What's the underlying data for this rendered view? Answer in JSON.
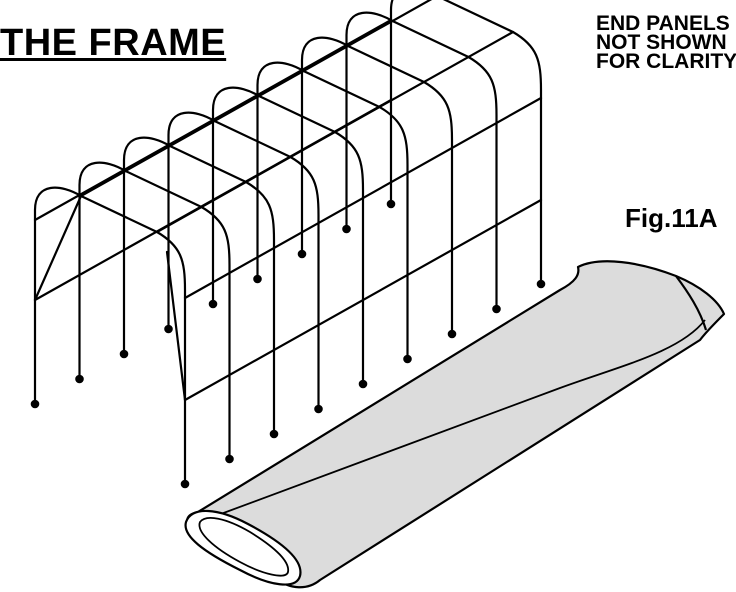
{
  "heading": {
    "title": "THE FRAME"
  },
  "note": {
    "lines": [
      "END PANELS",
      "NOT SHOWN",
      "FOR CLARITY"
    ]
  },
  "figure": {
    "label": "Fig.11A"
  },
  "colors": {
    "ink": "#000000",
    "cover_fill": "#dcdcdc",
    "background": "#ffffff"
  }
}
